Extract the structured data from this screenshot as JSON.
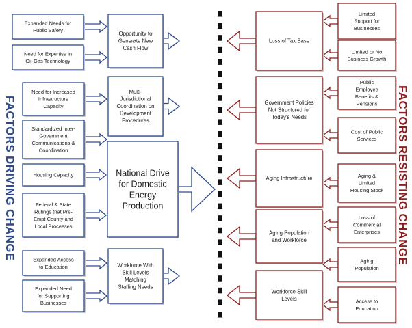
{
  "titles": {
    "left": "FACTORS DRIVING CHANGE",
    "right": "FACTORS RESISTING CHANGE"
  },
  "colors": {
    "driving": "#2d4a8f",
    "resisting": "#8e1f1f",
    "divider": "#111111",
    "text": "#1a1a1a"
  },
  "driving": {
    "inputs": [
      {
        "lines": [
          "Expanded Needs for",
          "Public Safety"
        ]
      },
      {
        "lines": [
          "Need for Expertise in",
          "Oil-Gas Technology"
        ]
      },
      {
        "lines": [
          "Need for Increased",
          "Infrastructure",
          "Capacity"
        ]
      },
      {
        "lines": [
          "Standardized Inter-",
          "Government",
          "Communications &",
          "Coordination"
        ]
      },
      {
        "lines": [
          "Housing Capacity"
        ]
      },
      {
        "lines": [
          "Federal & State",
          "Rulings that Pre-",
          "Empt County and",
          "Local Processes"
        ]
      },
      {
        "lines": [
          "Expanded Access",
          "to Education"
        ]
      },
      {
        "lines": [
          "Expanded Need",
          "for Supporting",
          "Businesses"
        ]
      }
    ],
    "middle": [
      {
        "lines": [
          "Opportunity to",
          "Generate New",
          "Cash Flow"
        ]
      },
      {
        "lines": [
          "Multi-",
          "Jurisdictional",
          "Coordination on",
          "Development",
          "Procedures"
        ]
      },
      {
        "lines": [
          "Workforce With",
          "Skill Levels",
          "Matching",
          "Staffing Needs"
        ]
      }
    ],
    "central": {
      "lines": [
        "National Drive",
        "for Domestic",
        "Energy",
        "Production"
      ]
    }
  },
  "resisting": {
    "main": [
      {
        "lines": [
          "Loss of Tax Base"
        ]
      },
      {
        "lines": [
          "Government Policies",
          "Not Structured for",
          "Today's Needs"
        ]
      },
      {
        "lines": [
          "Aging Infrastructure"
        ]
      },
      {
        "lines": [
          "Aging Population",
          "and Workforce"
        ]
      },
      {
        "lines": [
          "Workforce Skill",
          "Levels"
        ]
      }
    ],
    "inputs": [
      {
        "lines": [
          "Limited",
          "Support for",
          "Businesses"
        ]
      },
      {
        "lines": [
          "Limited or No",
          "Business Growth"
        ]
      },
      {
        "lines": [
          "Public",
          "Employee",
          "Benefits &",
          "Pensions"
        ]
      },
      {
        "lines": [
          "Cost of Public",
          "Services"
        ]
      },
      {
        "lines": [
          "Aging &",
          "Limited",
          "Housing Stock"
        ]
      },
      {
        "lines": [
          "Loss of",
          "Commercial",
          "Enterprises"
        ]
      },
      {
        "lines": [
          "Aging",
          "Population"
        ]
      },
      {
        "lines": [
          "Access to",
          "Education"
        ]
      }
    ]
  }
}
